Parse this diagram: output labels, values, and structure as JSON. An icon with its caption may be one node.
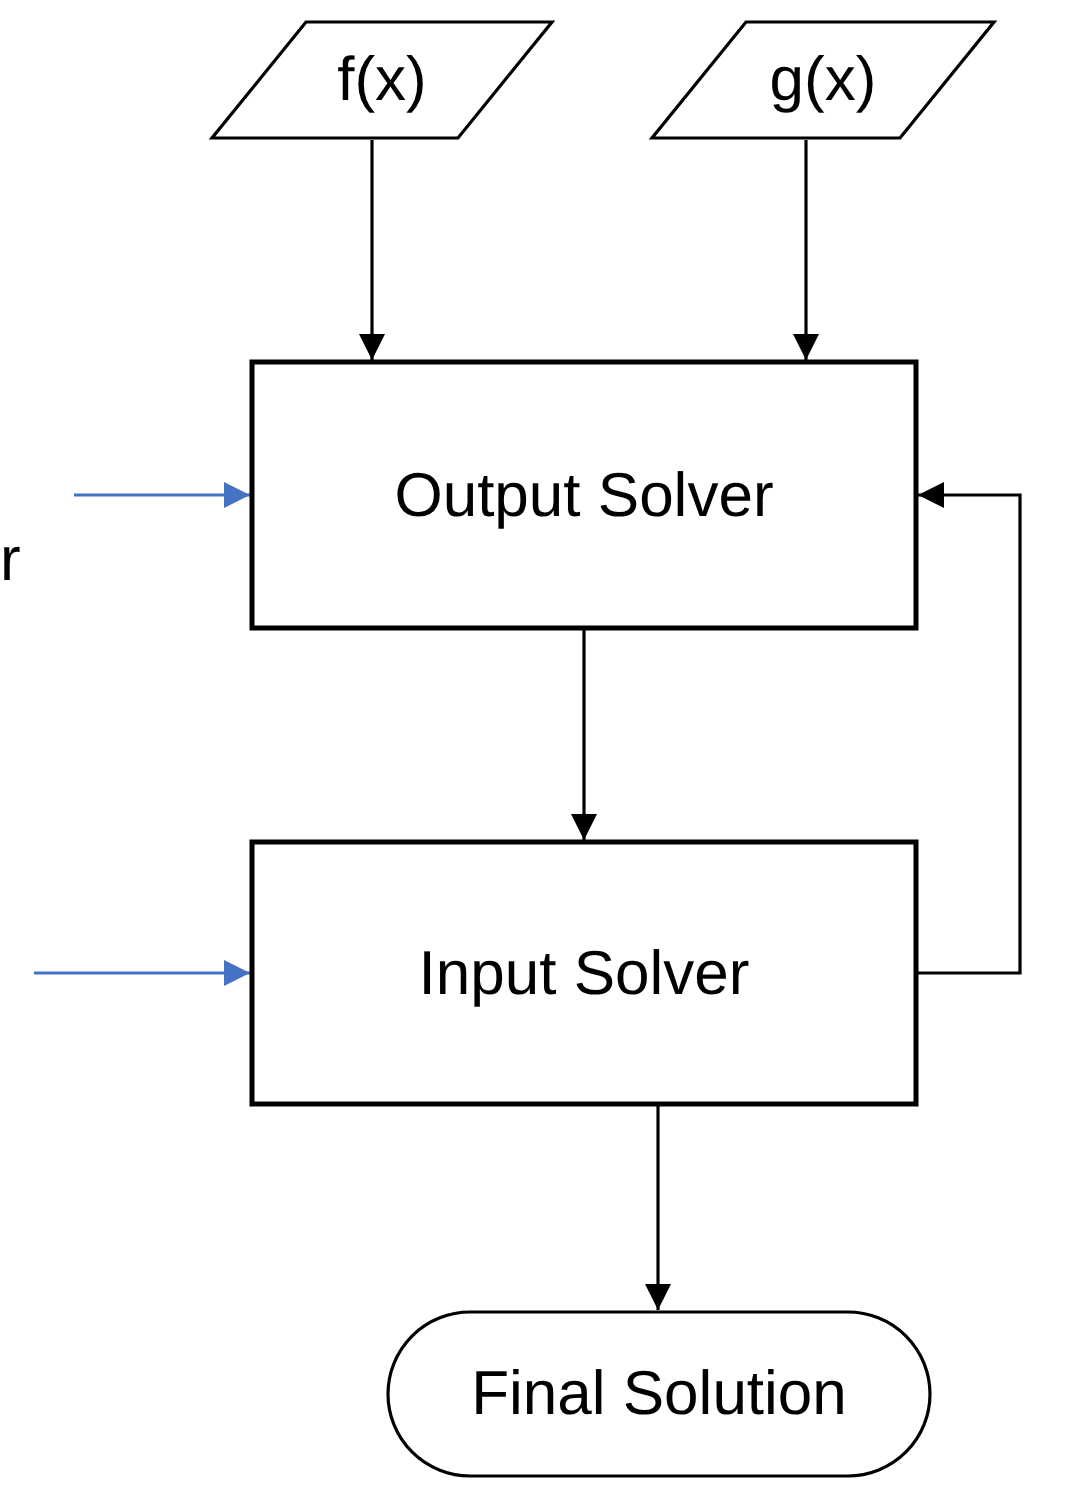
{
  "diagram": {
    "nodes": [
      {
        "text": [
          "f(x)"
        ]
      },
      {
        "text": [
          "g(x)"
        ]
      },
      {
        "text": [
          "Output Solver"
        ]
      },
      {
        "text": [
          "Input Solver"
        ]
      },
      {
        "text": [
          "Final Solution"
        ]
      }
    ],
    "edges": [
      {
        "from": 0,
        "to": 2,
        "arrow": "to"
      },
      {
        "from": 1,
        "to": 2,
        "arrow": "to"
      },
      {
        "from": 2,
        "to": 3,
        "arrow": "to"
      },
      {
        "from": 3,
        "to": 2,
        "arrow": "to"
      },
      {
        "from": 3,
        "to": 4,
        "arrow": "to"
      },
      {
        "from": null,
        "to": 2,
        "arrow": "to",
        "color": "#4472c4"
      },
      {
        "from": null,
        "to": 3,
        "arrow": "to",
        "color": "#4472c4"
      }
    ],
    "labels": [
      "r"
    ]
  }
}
